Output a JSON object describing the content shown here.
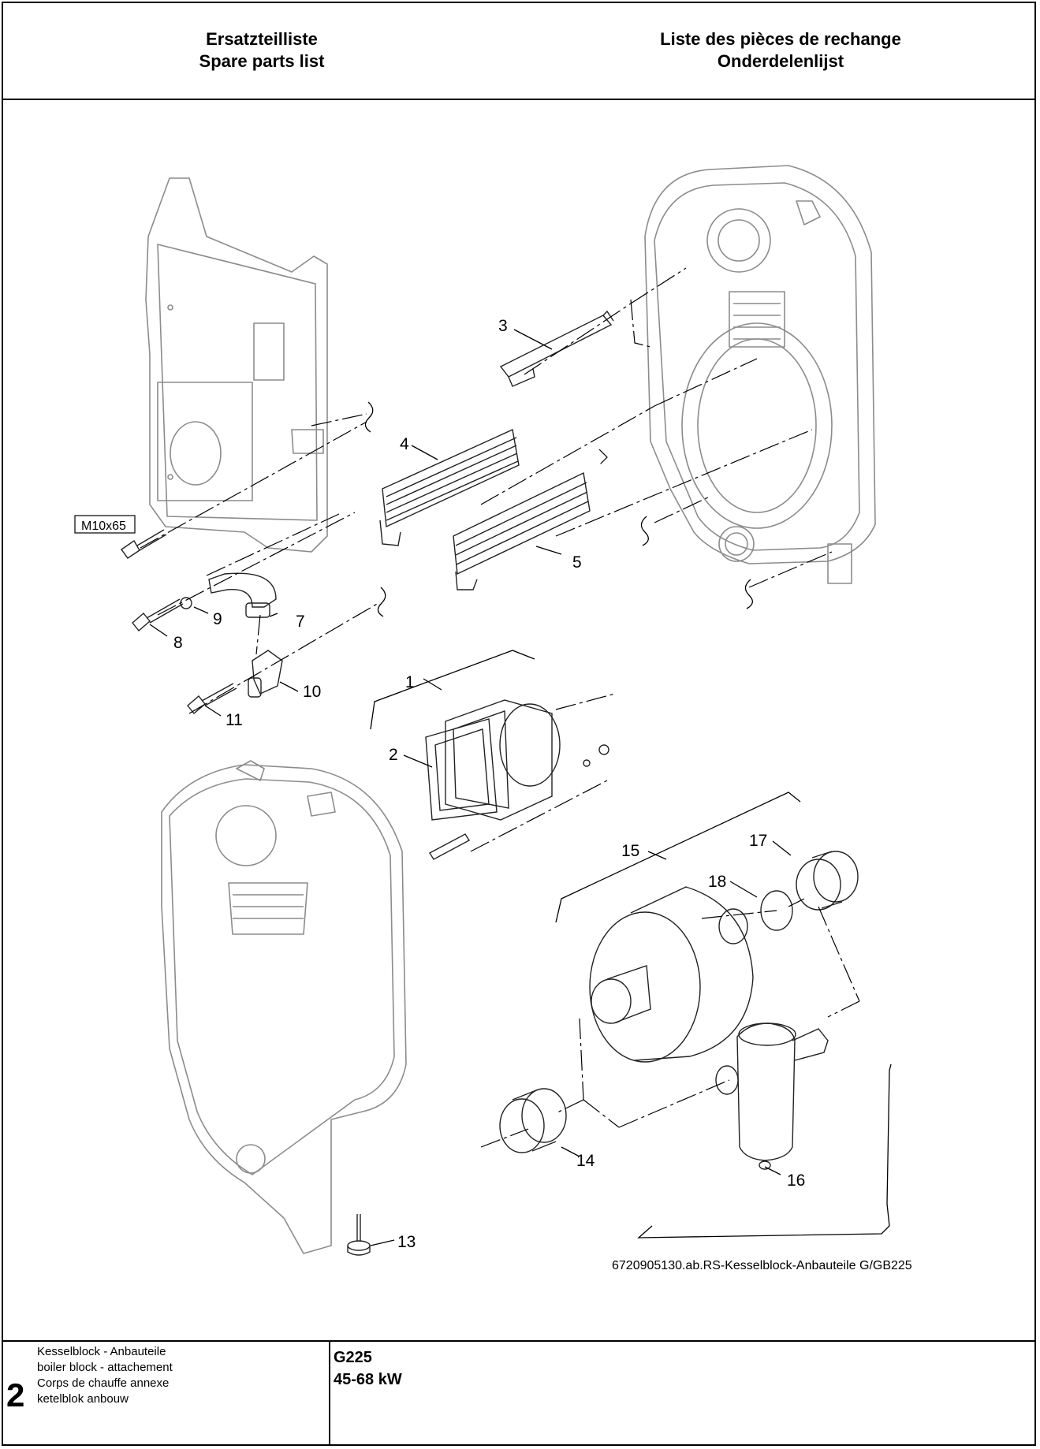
{
  "header": {
    "left_title_line1": "Ersatzteilliste",
    "left_title_line2": "Spare parts list",
    "right_title_line1": "Liste des pièces de rechange",
    "right_title_line2": "Onderdelenlijst"
  },
  "diagram": {
    "bolt_spec": "M10x65",
    "drawing_code": "6720905130.ab.RS-Kesselblock-Anbauteile G/GB225",
    "callouts": [
      "1",
      "2",
      "3",
      "4",
      "5",
      "7",
      "8",
      "9",
      "10",
      "11",
      "13",
      "14",
      "15",
      "16",
      "17",
      "18"
    ]
  },
  "footer": {
    "section_number": "2",
    "description_de": "Kesselblock - Anbauteile",
    "description_en": "boiler block - attachement",
    "description_fr": "Corps de chauffe annexe",
    "description_nl": "ketelblok anbouw",
    "model": "G225",
    "power": "45-68 kW"
  },
  "colors": {
    "line_art": "#8c8c8c",
    "ink": "#000000"
  }
}
